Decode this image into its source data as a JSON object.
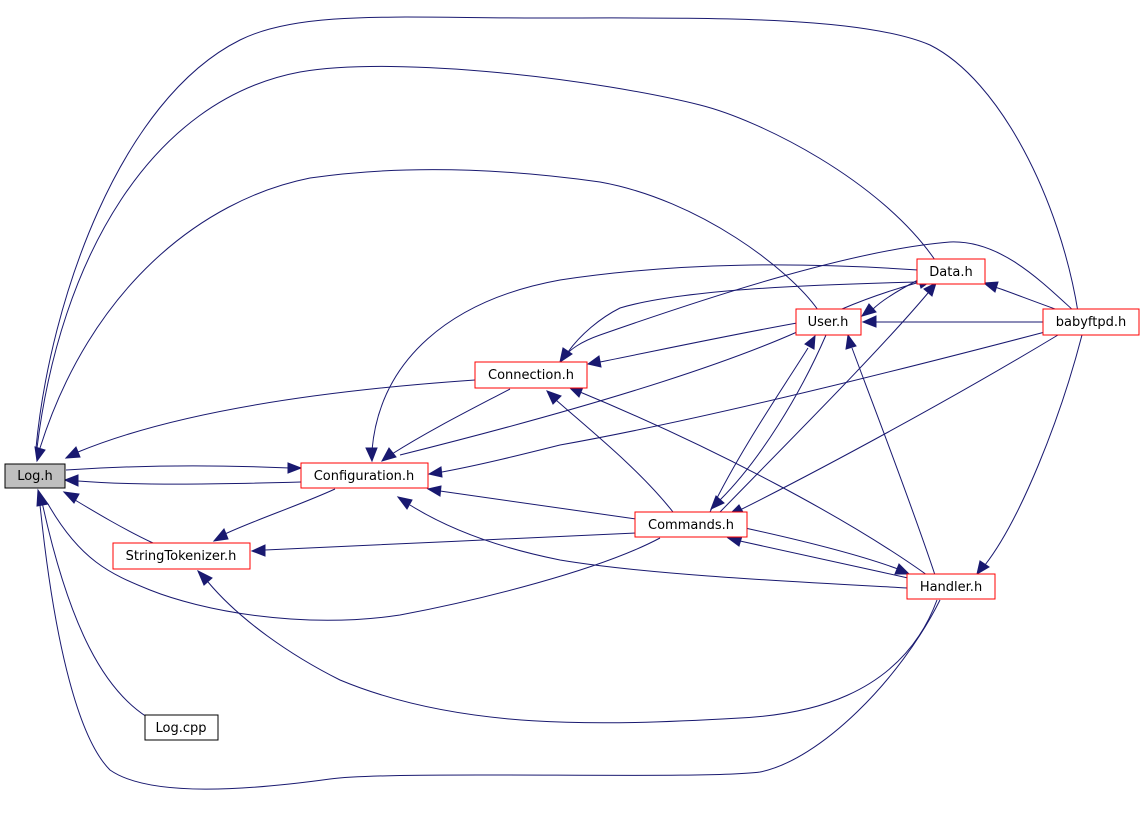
{
  "graph": {
    "nodes": [
      {
        "id": "log_h",
        "label": "Log.h"
      },
      {
        "id": "configuration_h",
        "label": "Configuration.h"
      },
      {
        "id": "stringtokenizer_h",
        "label": "StringTokenizer.h"
      },
      {
        "id": "log_cpp",
        "label": "Log.cpp"
      },
      {
        "id": "connection_h",
        "label": "Connection.h"
      },
      {
        "id": "commands_h",
        "label": "Commands.h"
      },
      {
        "id": "user_h",
        "label": "User.h"
      },
      {
        "id": "data_h",
        "label": "Data.h"
      },
      {
        "id": "handler_h",
        "label": "Handler.h"
      },
      {
        "id": "babyftpd_h",
        "label": "babyftpd.h"
      }
    ],
    "edges": [
      {
        "from": "log_cpp",
        "to": "log_h"
      },
      {
        "from": "stringtokenizer_h",
        "to": "log_h"
      },
      {
        "from": "configuration_h",
        "to": "log_h"
      },
      {
        "from": "log_h",
        "to": "configuration_h"
      },
      {
        "from": "connection_h",
        "to": "log_h"
      },
      {
        "from": "commands_h",
        "to": "log_h"
      },
      {
        "from": "handler_h",
        "to": "log_h"
      },
      {
        "from": "user_h",
        "to": "log_h"
      },
      {
        "from": "data_h",
        "to": "log_h"
      },
      {
        "from": "babyftpd_h",
        "to": "log_h"
      },
      {
        "from": "configuration_h",
        "to": "stringtokenizer_h"
      },
      {
        "from": "commands_h",
        "to": "stringtokenizer_h"
      },
      {
        "from": "handler_h",
        "to": "stringtokenizer_h"
      },
      {
        "from": "connection_h",
        "to": "configuration_h"
      },
      {
        "from": "user_h",
        "to": "configuration_h"
      },
      {
        "from": "data_h",
        "to": "configuration_h"
      },
      {
        "from": "commands_h",
        "to": "configuration_h"
      },
      {
        "from": "handler_h",
        "to": "configuration_h"
      },
      {
        "from": "babyftpd_h",
        "to": "configuration_h"
      },
      {
        "from": "user_h",
        "to": "connection_h"
      },
      {
        "from": "data_h",
        "to": "connection_h"
      },
      {
        "from": "commands_h",
        "to": "connection_h"
      },
      {
        "from": "handler_h",
        "to": "connection_h"
      },
      {
        "from": "babyftpd_h",
        "to": "connection_h"
      },
      {
        "from": "data_h",
        "to": "user_h"
      },
      {
        "from": "user_h",
        "to": "data_h"
      },
      {
        "from": "babyftpd_h",
        "to": "user_h"
      },
      {
        "from": "handler_h",
        "to": "user_h"
      },
      {
        "from": "commands_h",
        "to": "user_h"
      },
      {
        "from": "user_h",
        "to": "commands_h"
      },
      {
        "from": "commands_h",
        "to": "data_h"
      },
      {
        "from": "babyftpd_h",
        "to": "data_h"
      },
      {
        "from": "handler_h",
        "to": "commands_h"
      },
      {
        "from": "commands_h",
        "to": "handler_h"
      },
      {
        "from": "babyftpd_h",
        "to": "commands_h"
      },
      {
        "from": "babyftpd_h",
        "to": "handler_h"
      }
    ]
  },
  "colors": {
    "edge": "#191970",
    "node_border_linked": "#ff0000",
    "node_border_plain": "#000000",
    "root_fill": "#bfbfbf",
    "background": "#ffffff"
  }
}
